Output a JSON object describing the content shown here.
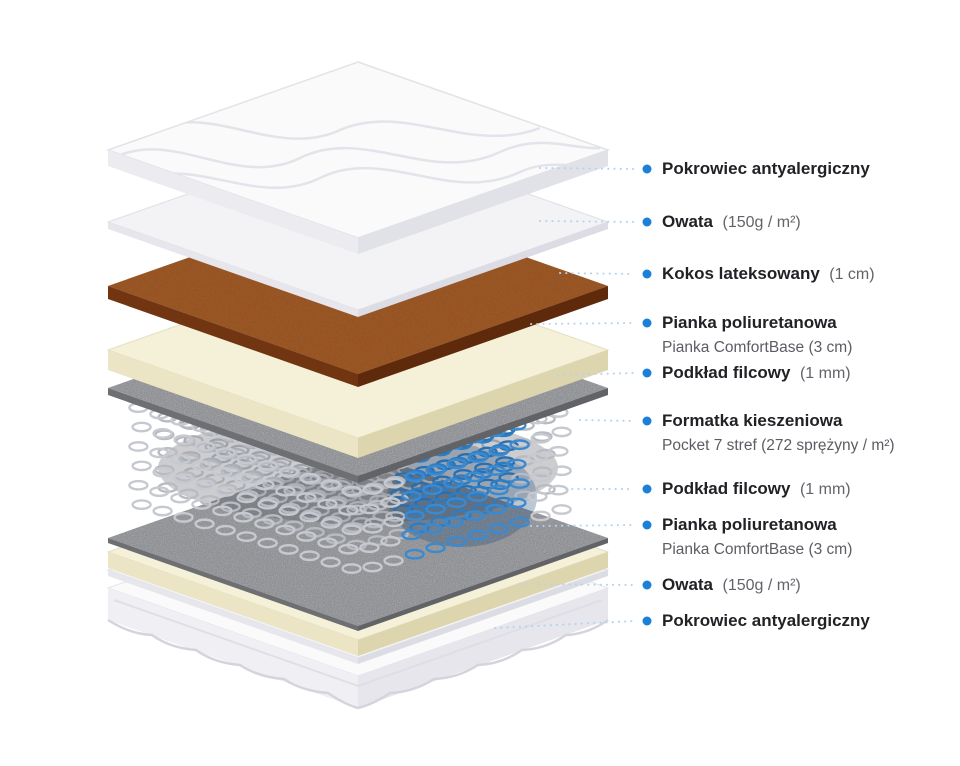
{
  "diagram": {
    "labels": [
      {
        "main": "Pokrowiec antyalergiczny"
      },
      {
        "main": "Owata",
        "detail": "(150g / m²)"
      },
      {
        "main": "Kokos lateksowany",
        "detail": "(1 cm)"
      },
      {
        "main": "Pianka poliuretanowa",
        "sub": "Pianka ComfortBase (3 cm)"
      },
      {
        "main": "Podkład filcowy",
        "detail": "(1 mm)"
      },
      {
        "main": "Formatka kieszeniowa",
        "sub": "Pocket 7 stref (272 sprężyny / m²)"
      },
      {
        "main": "Podkład filcowy",
        "detail": "(1 mm)"
      },
      {
        "main": "Pianka poliuretanowa",
        "sub": "Pianka ComfortBase (3 cm)"
      },
      {
        "main": "Owata",
        "detail": "(150g / m²)"
      },
      {
        "main": "Pokrowiec antyalergiczny"
      }
    ],
    "colors": {
      "accent_blue": "#1a80d8",
      "leader_blue": "#b5d3ec",
      "cover_white": "#fafafb",
      "owata_white": "#f3f3f6",
      "kokos_brown": "#9a5120",
      "foam_cream": "#f5f1d9",
      "felt_gray": "#8f9094",
      "spring_gray": "#b8bbc1",
      "spring_blue": "#2e7cc2",
      "text_dark": "#222226",
      "text_gray": "#63636a"
    }
  }
}
